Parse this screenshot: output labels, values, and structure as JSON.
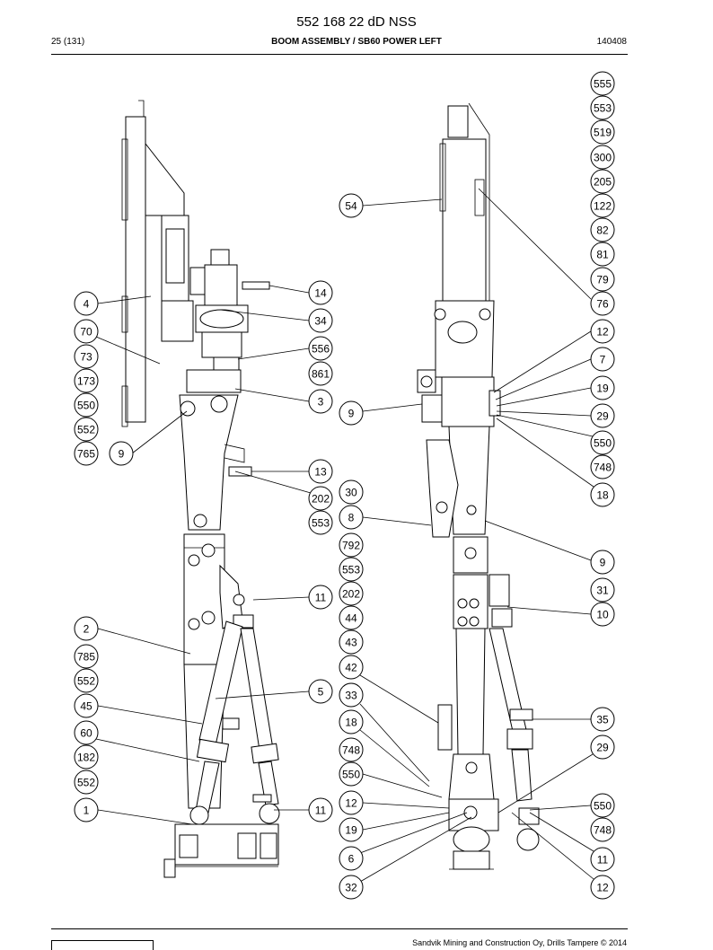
{
  "header": {
    "document_number": "552 168 22 dD NSS",
    "page": "25 (131)",
    "section_title": "BOOM ASSEMBLY / SB60 POWER LEFT",
    "date_code": "140408"
  },
  "footer": {
    "copyright": "Sandvik Mining and Construction Oy, Drills Tampere © 2014"
  },
  "callouts": [
    {
      "label": "555"
    },
    {
      "label": "553"
    },
    {
      "label": "519"
    },
    {
      "label": "300"
    },
    {
      "label": "205"
    },
    {
      "label": "122"
    },
    {
      "label": "82"
    },
    {
      "label": "81"
    },
    {
      "label": "79"
    },
    {
      "label": "76"
    },
    {
      "label": "12"
    },
    {
      "label": "7"
    },
    {
      "label": "19"
    },
    {
      "label": "29"
    },
    {
      "label": "550"
    },
    {
      "label": "748"
    },
    {
      "label": "18"
    },
    {
      "label": "9"
    },
    {
      "label": "31"
    },
    {
      "label": "10"
    },
    {
      "label": "35"
    },
    {
      "label": "29"
    },
    {
      "label": "550"
    },
    {
      "label": "748"
    },
    {
      "label": "11"
    },
    {
      "label": "12"
    },
    {
      "label": "54"
    },
    {
      "label": "9"
    },
    {
      "label": "30"
    },
    {
      "label": "8"
    },
    {
      "label": "792"
    },
    {
      "label": "553"
    },
    {
      "label": "202"
    },
    {
      "label": "44"
    },
    {
      "label": "43"
    },
    {
      "label": "42"
    },
    {
      "label": "33"
    },
    {
      "label": "18"
    },
    {
      "label": "748"
    },
    {
      "label": "550"
    },
    {
      "label": "12"
    },
    {
      "label": "19"
    },
    {
      "label": "6"
    },
    {
      "label": "32"
    },
    {
      "label": "14"
    },
    {
      "label": "34"
    },
    {
      "label": "556"
    },
    {
      "label": "861"
    },
    {
      "label": "3"
    },
    {
      "label": "13"
    },
    {
      "label": "202"
    },
    {
      "label": "553"
    },
    {
      "label": "11"
    },
    {
      "label": "5"
    },
    {
      "label": "11"
    },
    {
      "label": "4"
    },
    {
      "label": "70"
    },
    {
      "label": "73"
    },
    {
      "label": "173"
    },
    {
      "label": "550"
    },
    {
      "label": "552"
    },
    {
      "label": "765"
    },
    {
      "label": "9"
    },
    {
      "label": "2"
    },
    {
      "label": "785"
    },
    {
      "label": "552"
    },
    {
      "label": "45"
    },
    {
      "label": "60"
    },
    {
      "label": "182"
    },
    {
      "label": "552"
    },
    {
      "label": "1"
    }
  ]
}
